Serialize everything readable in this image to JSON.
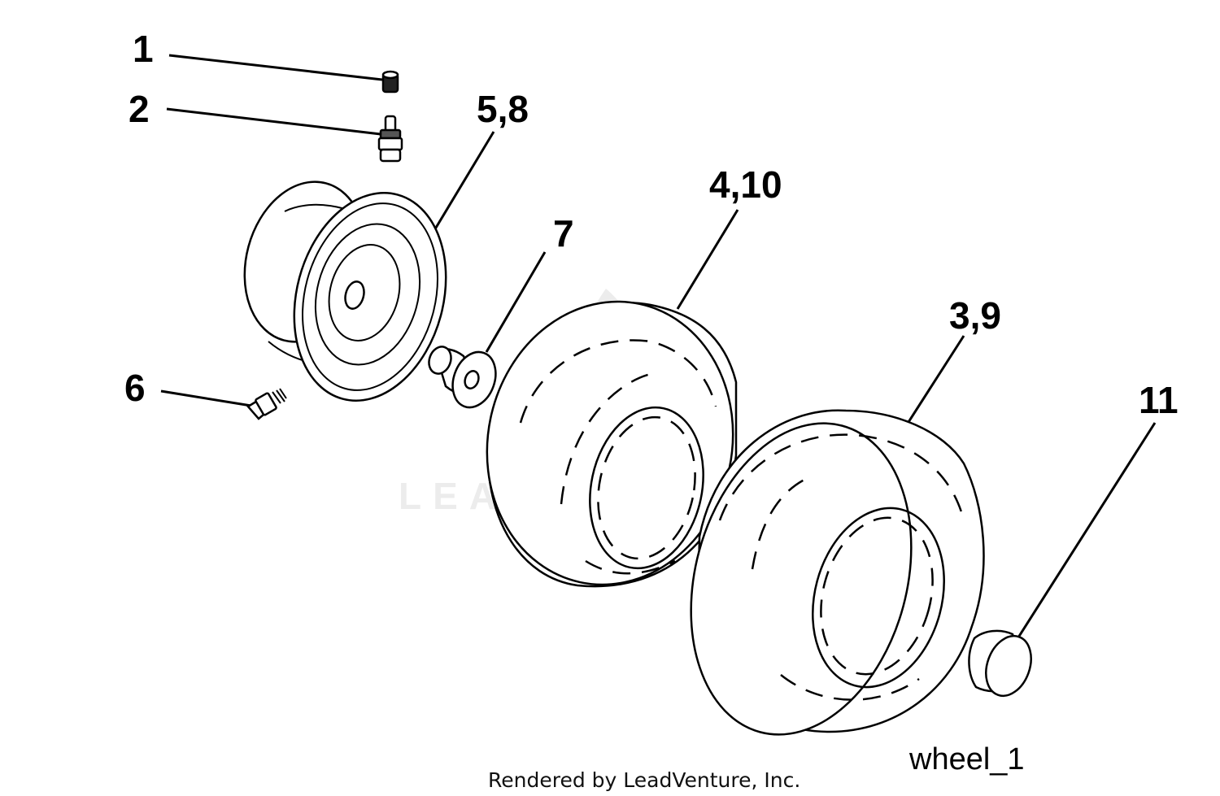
{
  "diagram": {
    "callouts": [
      "1",
      "2",
      "5,8",
      "4,10",
      "7",
      "3,9",
      "11",
      "6"
    ],
    "figure_name": "wheel_1",
    "footer": "Rendered by LeadVenture, Inc.",
    "watermark": "LEADVENTURE"
  },
  "parts": [
    {
      "callout": "1",
      "icon": "valve-cap-icon"
    },
    {
      "callout": "2",
      "icon": "valve-stem-icon"
    },
    {
      "callout": "5,8",
      "icon": "rim-icon"
    },
    {
      "callout": "6",
      "icon": "grease-fitting-icon"
    },
    {
      "callout": "7",
      "icon": "bushing-icon"
    },
    {
      "callout": "4,10",
      "icon": "tire-icon"
    },
    {
      "callout": "3,9",
      "icon": "tire-icon"
    },
    {
      "callout": "11",
      "icon": "hub-cap-icon"
    }
  ]
}
